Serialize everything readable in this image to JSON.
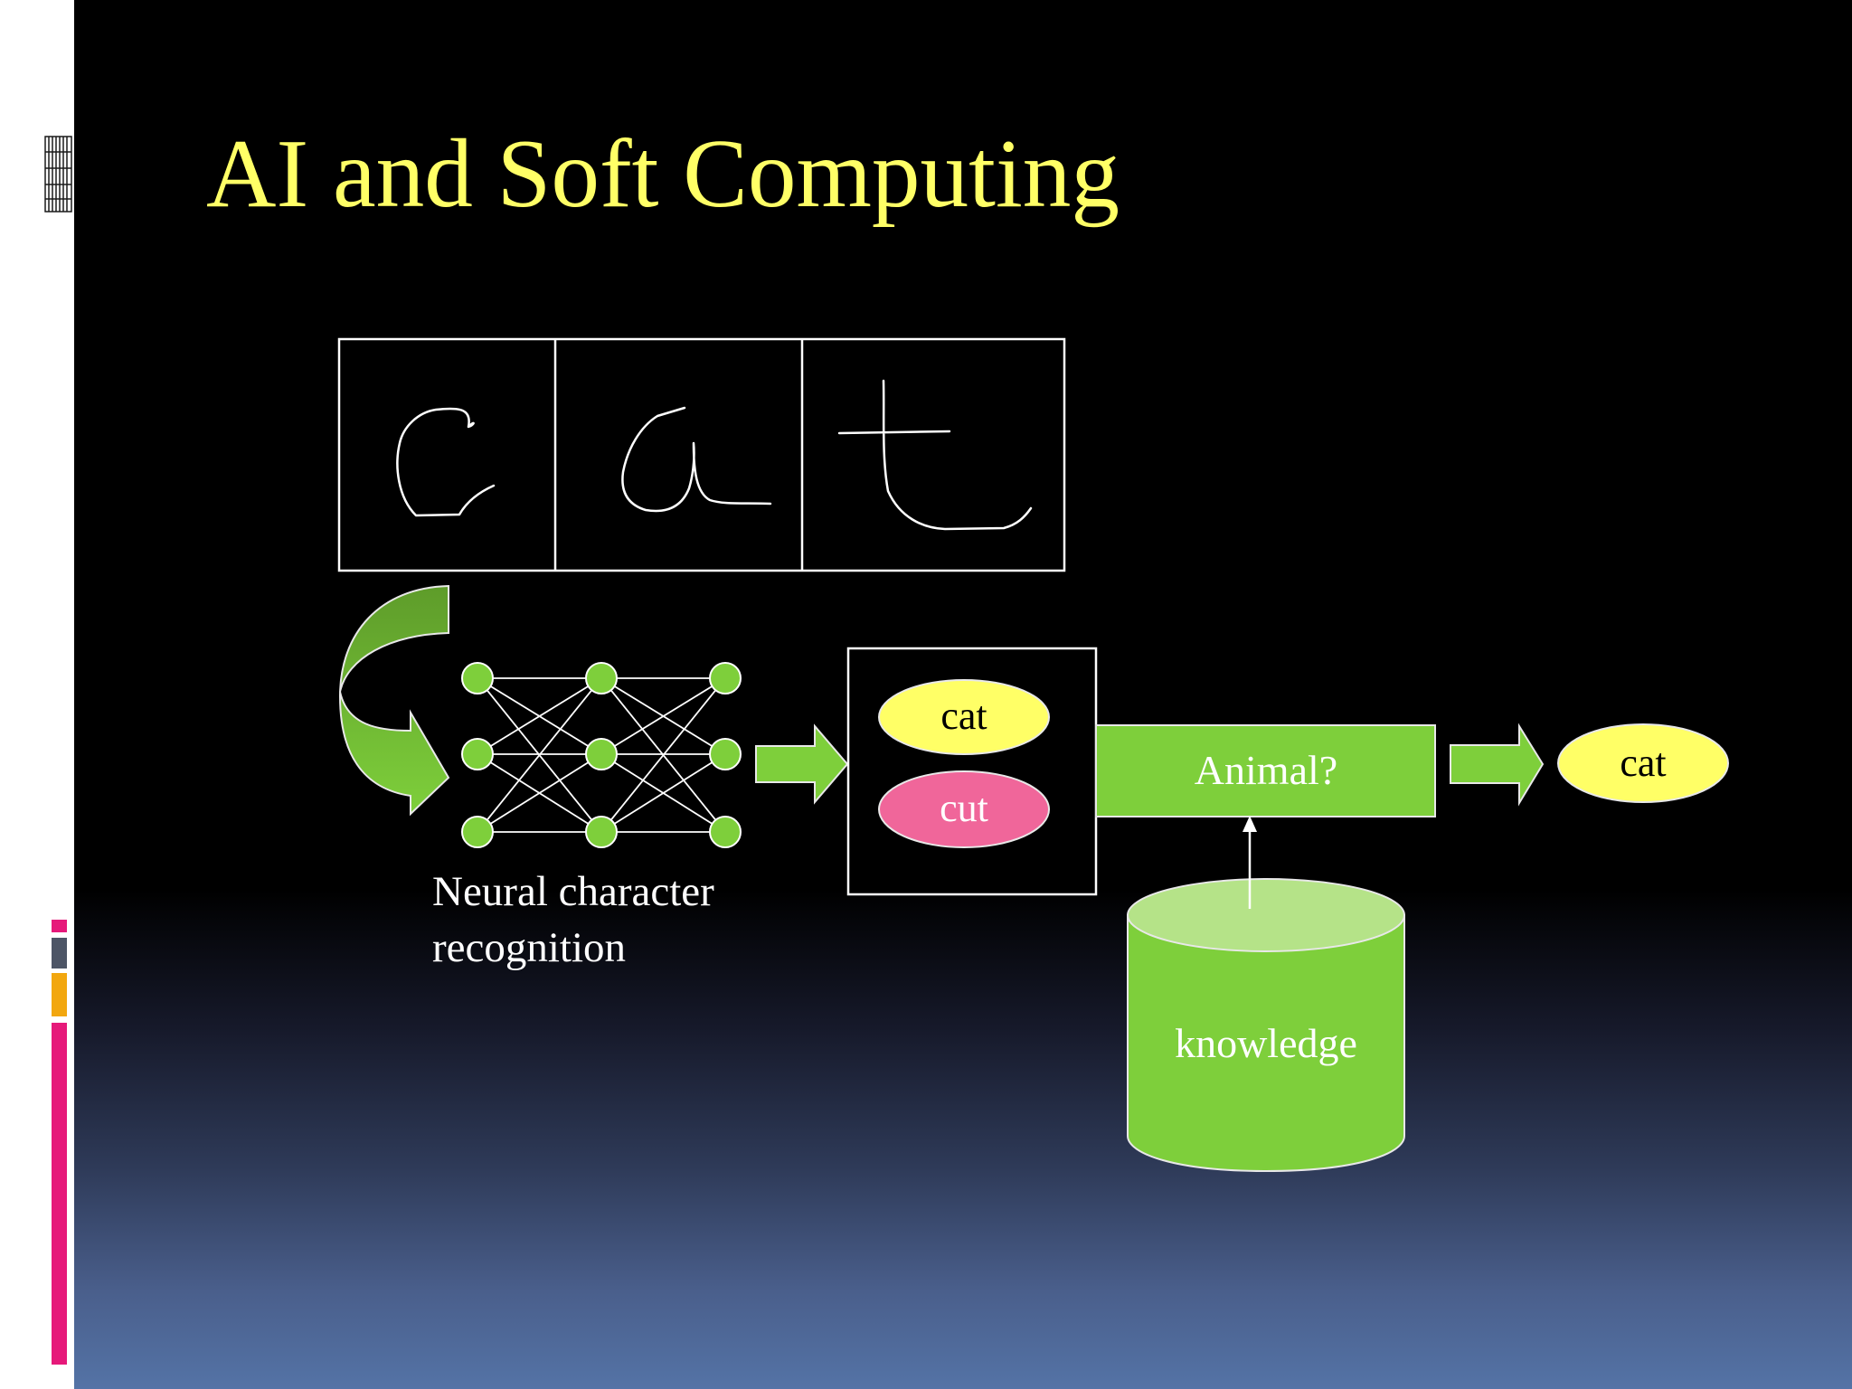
{
  "slide": {
    "title": "AI and Soft Computing"
  },
  "handwriting": {
    "letters": [
      "c",
      "a",
      "t"
    ]
  },
  "network": {
    "caption_line1": "Neural character",
    "caption_line2": "recognition"
  },
  "candidates": {
    "top": "cat",
    "bottom": "cut"
  },
  "classifier": {
    "label": "Animal?"
  },
  "knowledge_base": {
    "label": "knowledge"
  },
  "output": {
    "label": "cat"
  },
  "colors": {
    "title": "#ffff66",
    "green": "#7ecf3b",
    "green_dark": "#5e9c2a",
    "yellow": "#ffff66",
    "pink": "#f0669a",
    "accent_pink": "#e6197a",
    "accent_gray": "#4d5566",
    "accent_orange": "#f2a70f"
  }
}
